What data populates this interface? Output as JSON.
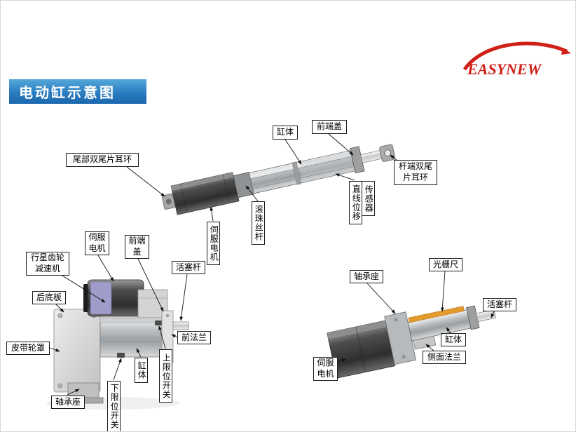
{
  "title_banner": {
    "text": "电动缸示意图"
  },
  "logo": {
    "text": "EASYNEW",
    "color": "#cf1f16"
  },
  "colors": {
    "banner_blue": "#2b7cc0",
    "grating_orange": "#e39b2d",
    "motor_purple": "#a09cc9"
  },
  "figures": {
    "top_cylinder": {
      "labels": {
        "gangti": "缸体",
        "qianduangai": "前端盖",
        "weibu_erhuan": "尾部双尾片耳环",
        "ganduan_erhuan": "杆端双尾片耳环",
        "zhixianweiyi": "直线位移",
        "chuanganqi": "传感器",
        "gunzhusigan": "滚珠丝杆",
        "sifudianji": "伺服电机"
      }
    },
    "bottom_left_cylinder": {
      "labels": {
        "jiansuji": "行星齿轮减速机",
        "sifudianji": "伺服电机",
        "qianduangai": "前端盖",
        "huosaigan": "活塞杆",
        "houdiban": "后底板",
        "pidailunzhao": "皮带轮罩",
        "qianfalan": "前法兰",
        "gangti": "缸体",
        "shangxianwei_kaiguan": "上限位开关",
        "xiaxianwei_kaiguan": "下限位开关",
        "zhouchengzuo": "轴承座"
      }
    },
    "bottom_right_cylinder": {
      "labels": {
        "zhouchengzuo": "轴承座",
        "guangshanchi": "光栅尺",
        "huosaigan": "活塞杆",
        "gangti": "缸体",
        "cemianfalan": "侧面法兰",
        "sifudianji": "伺服电机"
      }
    }
  }
}
